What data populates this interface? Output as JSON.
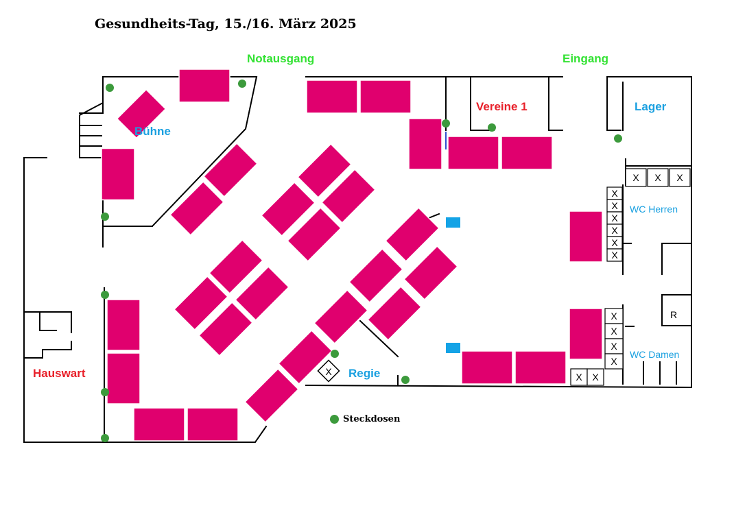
{
  "title": "Gesundheits-Tag, 15./16. März 2025",
  "colors": {
    "table": "#e0006e",
    "outlet": "#3c9a3c",
    "wall": "#000000",
    "room_label": "#1aa0e0",
    "red_label": "#e8202a",
    "exit_label": "#33e233",
    "marker": "#14a3e6"
  },
  "labels": {
    "notausgang": "Notausgang",
    "eingang": "Eingang",
    "vereine": "Vereine 1",
    "lager": "Lager",
    "buehne": "Bühne",
    "wc_herren": "WC Herren",
    "wc_damen": "WC Damen",
    "hauswart": "Hauswart",
    "regie": "Regie",
    "r": "R"
  },
  "symbols": {
    "cross": "X"
  },
  "legend": {
    "steckdosen": "Steckdosen"
  }
}
